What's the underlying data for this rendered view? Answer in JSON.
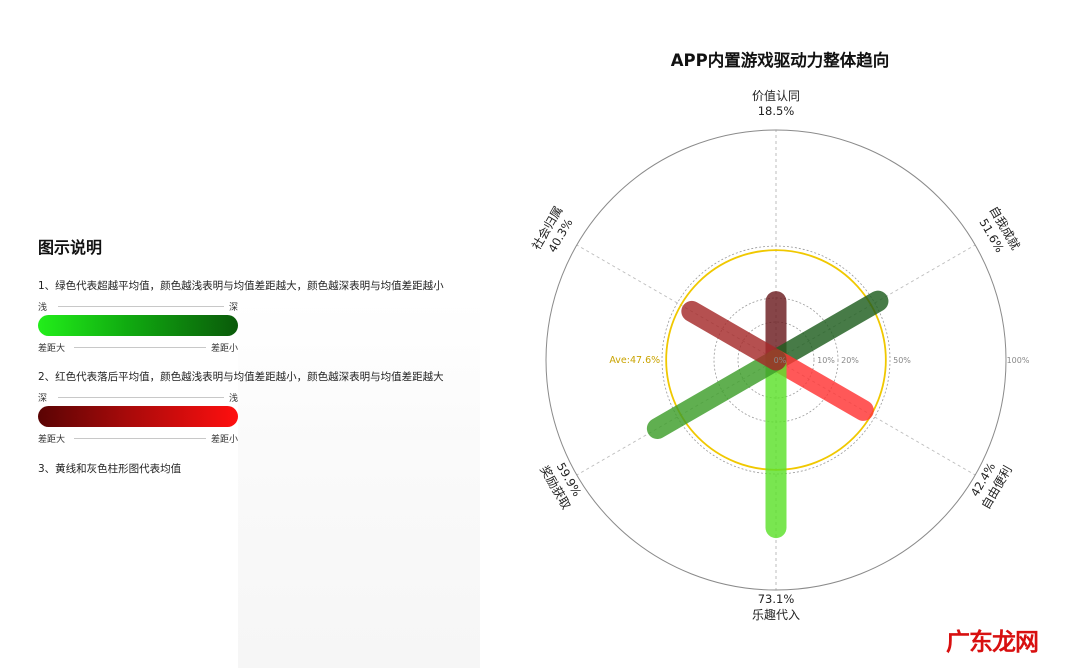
{
  "legend": {
    "title": "图示说明",
    "note1": "1、绿色代表超越平均值，颜色越浅表明与均值差距越大，颜色越深表明与均值差距越小",
    "green_top_left": "浅",
    "green_top_right": "深",
    "green_bottom_left": "差距大",
    "green_bottom_right": "差距小",
    "note2": "2、红色代表落后平均值，颜色越浅表明与均值差距越小，颜色越深表明与均值差距越大",
    "red_top_left": "深",
    "red_top_right": "浅",
    "red_bottom_left": "差距大",
    "red_bottom_right": "差距小",
    "note3": "3、黄线和灰色柱形图代表均值"
  },
  "watermark": "广东龙网",
  "chart_data": {
    "type": "radial-bar",
    "title": "APP内置游戏驱动力整体趋向",
    "average_label": "Ave:47.6%",
    "average": 47.6,
    "ticks": [
      "0%",
      "10%",
      "20%",
      "50%",
      "100%"
    ],
    "axes": [
      {
        "name": "价值认同",
        "label": "18.5%",
        "value": 18.5,
        "color": "#6b1c20"
      },
      {
        "name": "自我成就",
        "label": "51.6%",
        "value": 51.6,
        "color": "#1f5e1f"
      },
      {
        "name": "自由便利",
        "label": "42.4%",
        "value": 42.4,
        "color": "#ff3333"
      },
      {
        "name": "乐趣代入",
        "label": "73.1%",
        "value": 73.1,
        "color": "#5ce02a"
      },
      {
        "name": "奖励获取",
        "label": "59.9%",
        "value": 59.9,
        "color": "#3d9e2a"
      },
      {
        "name": "社会归属",
        "label": "40.3%",
        "value": 40.3,
        "color": "#a52a2a"
      }
    ],
    "colors": {
      "average_ring": "#f0c800",
      "outer_ring": "#8a8a8a",
      "grid": "#bdbdbd"
    }
  }
}
